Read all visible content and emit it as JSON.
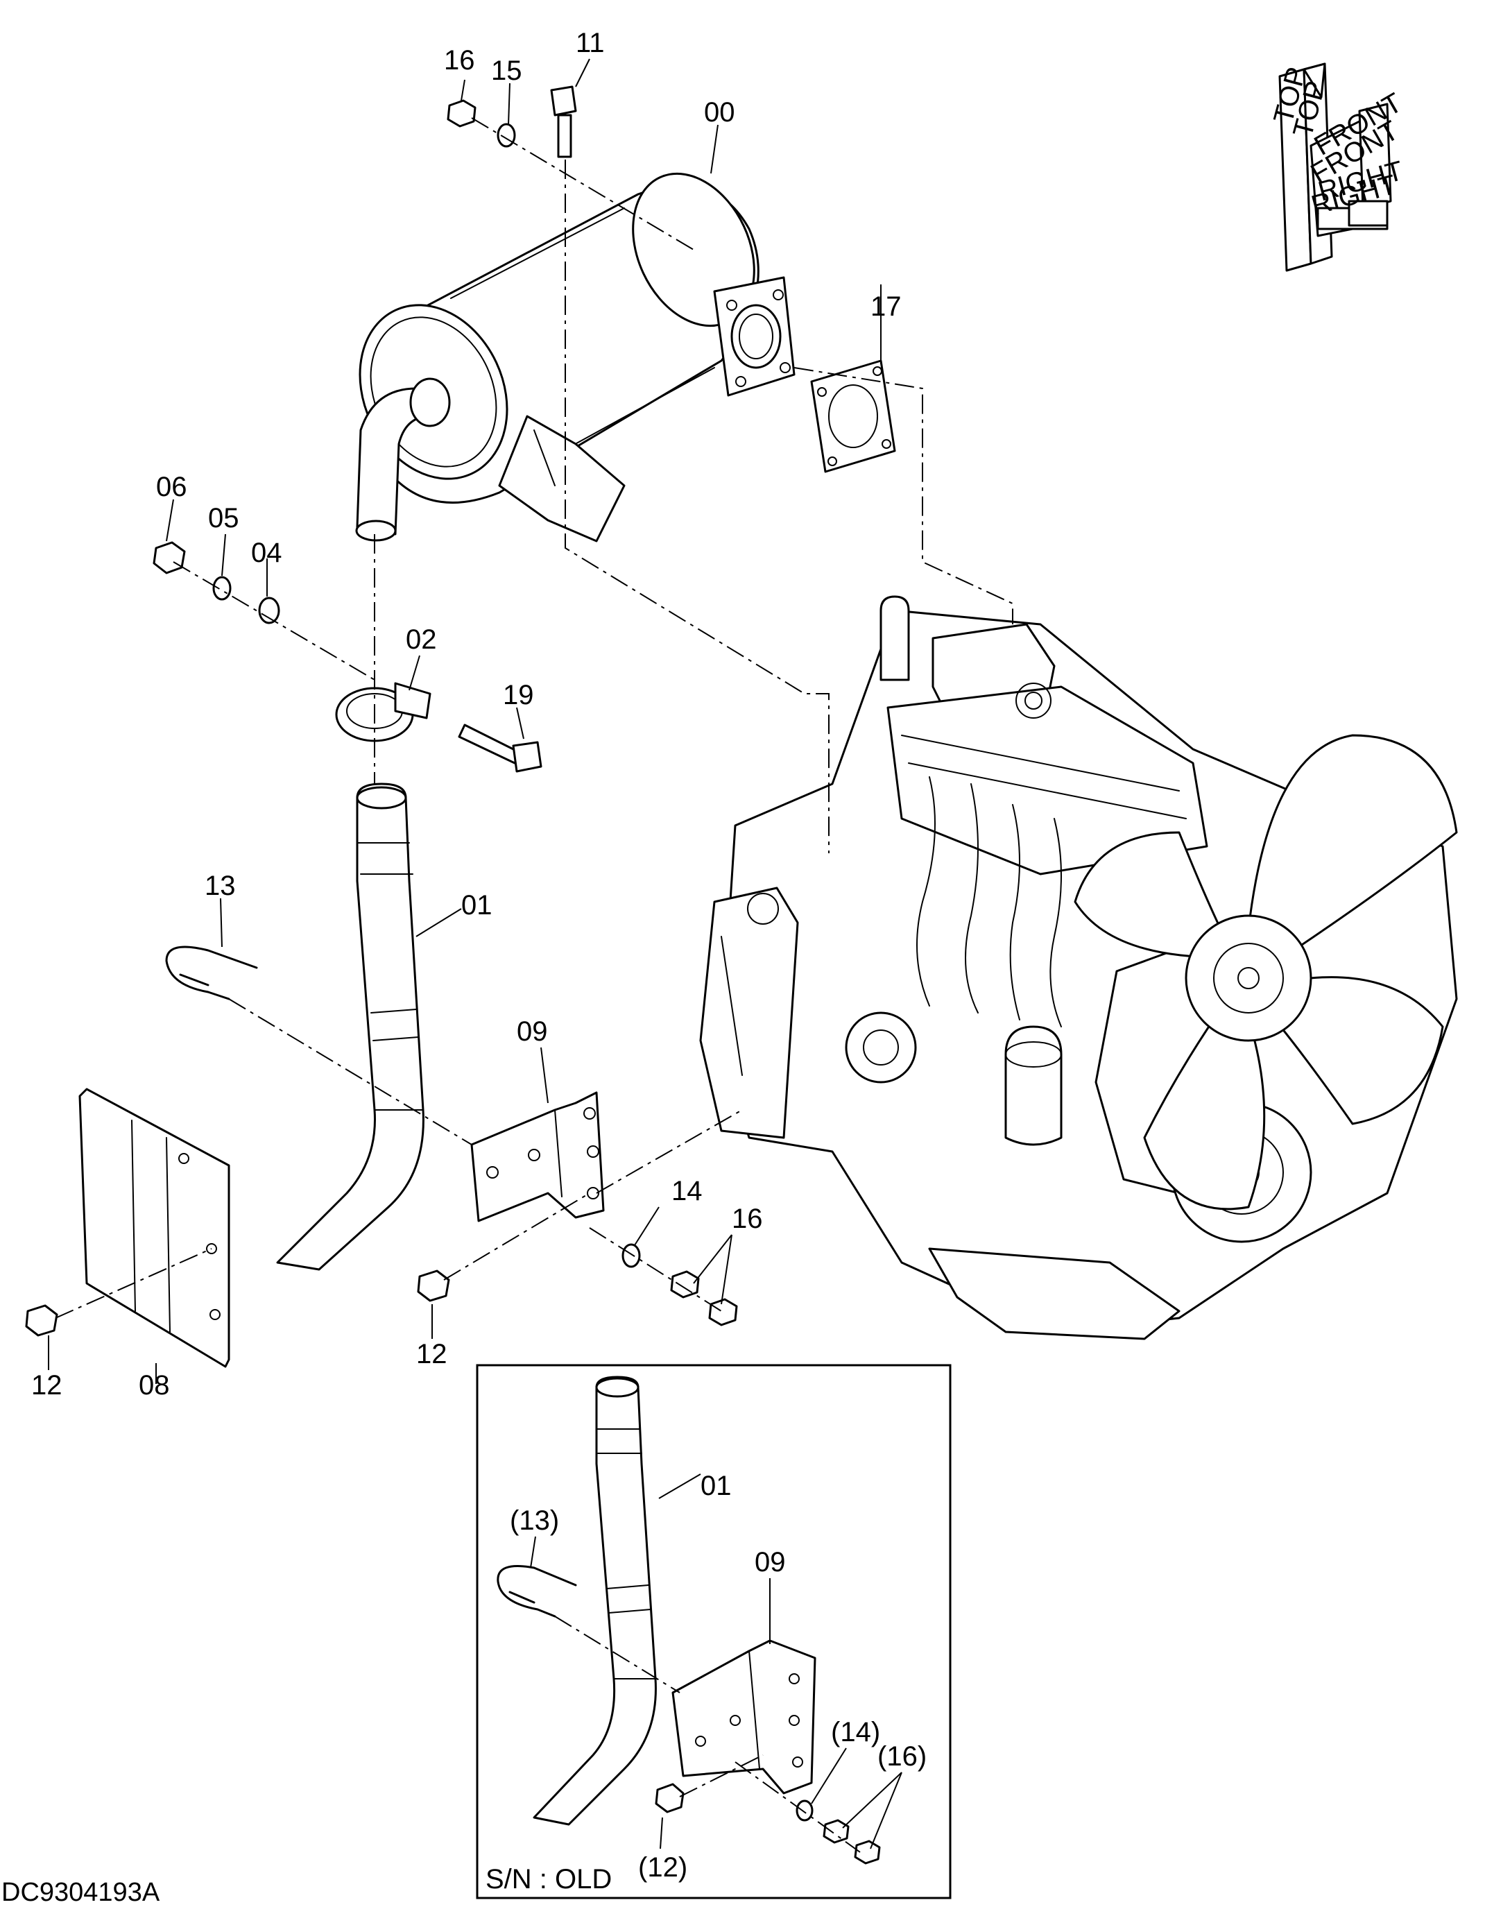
{
  "drawing_id": "DC9304193A",
  "inset_note": "S/N : OLD",
  "orientation_labels": [
    "TOP",
    "TOP",
    "FRONT",
    "FRONT",
    "RIGHT",
    "RIGHT"
  ],
  "callouts": {
    "c00": "00",
    "c01": "01",
    "c02": "02",
    "c04": "04",
    "c05": "05",
    "c06": "06",
    "c08": "08",
    "c09": "09",
    "c11": "11",
    "c12a": "12",
    "c12b": "12",
    "c13": "13",
    "c14": "14",
    "c15": "15",
    "c16a": "16",
    "c16b": "16",
    "c17": "17",
    "c19": "19"
  },
  "inset_callouts": {
    "i01": "01",
    "i09": "09",
    "i12": "(12)",
    "i13": "(13)",
    "i14": "(14)",
    "i16": "(16)"
  }
}
